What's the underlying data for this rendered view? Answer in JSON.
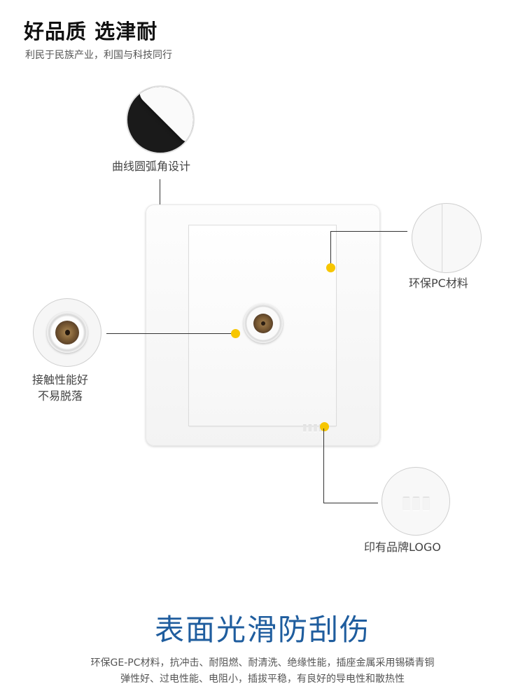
{
  "header": {
    "title": "好品质  选津耐",
    "subtitle": "利民于民族产业，利国与科技同行"
  },
  "callouts": {
    "corner": {
      "label": "曲线圆弧角设计",
      "icon": "rounded-corner-closeup"
    },
    "material": {
      "label": "环保PC材料",
      "icon": "panel-edge-closeup"
    },
    "contact": {
      "label_line1": "接触性能好",
      "label_line2": "不易脱落",
      "icon": "jack-closeup"
    },
    "logo": {
      "label": "印有品牌LOGO",
      "icon": "brand-logo-closeup"
    }
  },
  "colors": {
    "dot": "#f7c600",
    "headline": "#1f5d9e"
  },
  "footer": {
    "headline": "表面光滑防刮伤",
    "desc_line1": "环保GE-PC材料，抗冲击、耐阻燃、耐清洗、绝缘性能，插座金属采用锡磷青铜",
    "desc_line2": "弹性好、过电性能、电阻小，插拔平稳，有良好的导电性和散热性"
  }
}
